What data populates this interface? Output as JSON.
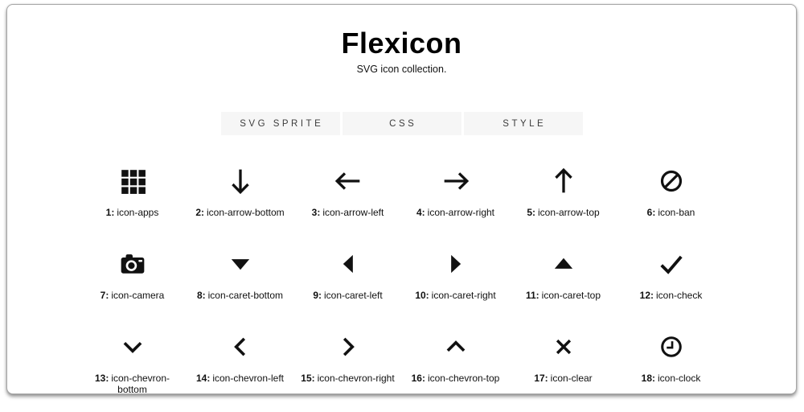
{
  "page": {
    "title": "Flexicon",
    "subtitle": "SVG icon collection."
  },
  "tabs": [
    {
      "label": "SVG SPRITE"
    },
    {
      "label": "CSS"
    },
    {
      "label": "STYLE"
    }
  ],
  "colors": {
    "icon": "#111111",
    "tab_bg": "#f6f6f6",
    "tab_text": "#3c3c3c",
    "card_border": "#a6a6a6"
  },
  "icons": [
    {
      "num": "1:",
      "name": "icon-apps",
      "glyph": "apps-icon"
    },
    {
      "num": "2:",
      "name": "icon-arrow-bottom",
      "glyph": "arrow-bottom-icon"
    },
    {
      "num": "3:",
      "name": "icon-arrow-left",
      "glyph": "arrow-left-icon"
    },
    {
      "num": "4:",
      "name": "icon-arrow-right",
      "glyph": "arrow-right-icon"
    },
    {
      "num": "5:",
      "name": "icon-arrow-top",
      "glyph": "arrow-top-icon"
    },
    {
      "num": "6:",
      "name": "icon-ban",
      "glyph": "ban-icon"
    },
    {
      "num": "7:",
      "name": "icon-camera",
      "glyph": "camera-icon"
    },
    {
      "num": "8:",
      "name": "icon-caret-bottom",
      "glyph": "caret-bottom-icon"
    },
    {
      "num": "9:",
      "name": "icon-caret-left",
      "glyph": "caret-left-icon"
    },
    {
      "num": "10:",
      "name": "icon-caret-right",
      "glyph": "caret-right-icon"
    },
    {
      "num": "11:",
      "name": "icon-caret-top",
      "glyph": "caret-top-icon"
    },
    {
      "num": "12:",
      "name": "icon-check",
      "glyph": "check-icon"
    },
    {
      "num": "13:",
      "name": "icon-chevron-bottom",
      "glyph": "chevron-bottom-icon"
    },
    {
      "num": "14:",
      "name": "icon-chevron-left",
      "glyph": "chevron-left-icon"
    },
    {
      "num": "15:",
      "name": "icon-chevron-right",
      "glyph": "chevron-right-icon"
    },
    {
      "num": "16:",
      "name": "icon-chevron-top",
      "glyph": "chevron-top-icon"
    },
    {
      "num": "17:",
      "name": "icon-clear",
      "glyph": "clear-icon"
    },
    {
      "num": "18:",
      "name": "icon-clock",
      "glyph": "clock-icon"
    }
  ]
}
